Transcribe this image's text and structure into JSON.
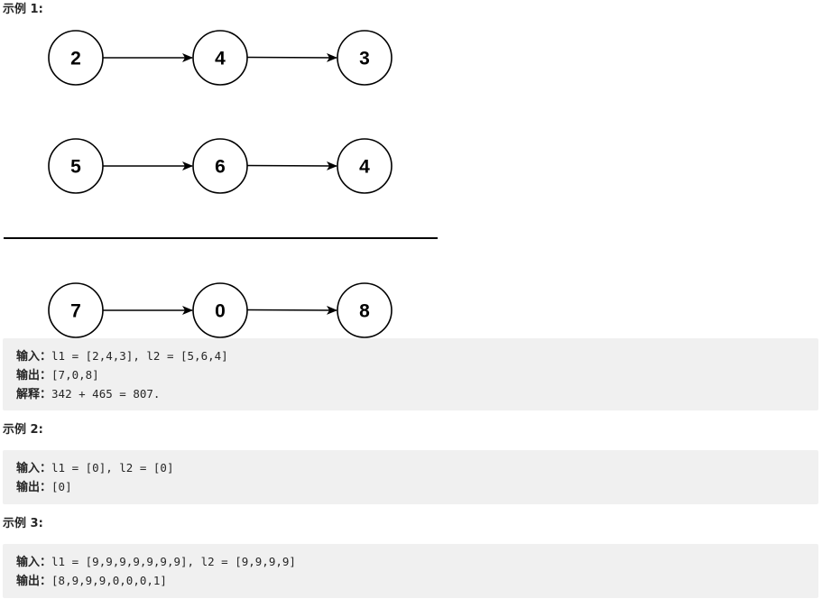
{
  "examples": [
    {
      "heading": "示例 1:",
      "lists": [
        [
          "2",
          "4",
          "3"
        ],
        [
          "5",
          "6",
          "4"
        ]
      ],
      "result": [
        "7",
        "0",
        "8"
      ],
      "lines": [
        {
          "label": "输入：",
          "value": "l1 = [2,4,3], l2 = [5,6,4]"
        },
        {
          "label": "输出：",
          "value": "[7,0,8]"
        },
        {
          "label": "解释：",
          "value": "342 + 465 = 807."
        }
      ]
    },
    {
      "heading": "示例 2:",
      "lines": [
        {
          "label": "输入：",
          "value": "l1 = [0], l2 = [0]"
        },
        {
          "label": "输出：",
          "value": "[0]"
        }
      ]
    },
    {
      "heading": "示例 3:",
      "lines": [
        {
          "label": "输入：",
          "value": "l1 = [9,9,9,9,9,9,9], l2 = [9,9,9,9]"
        },
        {
          "label": "输出：",
          "value": "[8,9,9,9,0,0,0,1]"
        }
      ]
    }
  ]
}
